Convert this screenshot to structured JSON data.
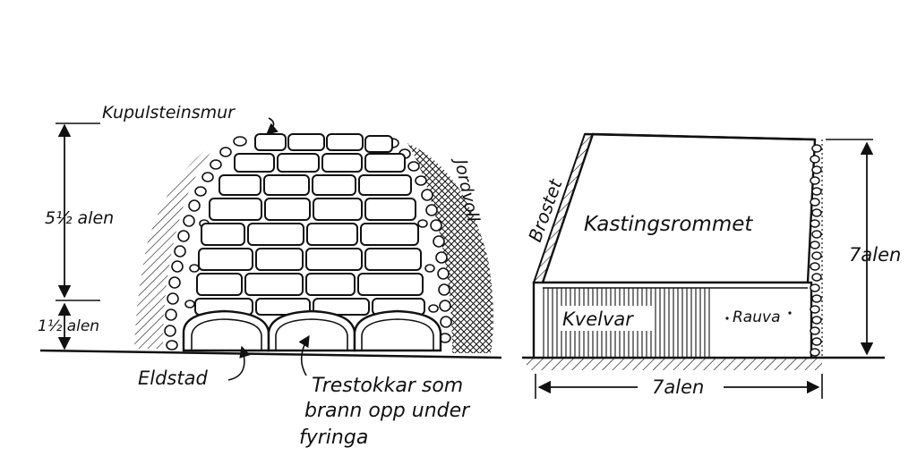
{
  "left_diagram": {
    "label_wall": "Kupulsteinsmur",
    "label_height_upper": "5½ alen",
    "label_height_lower": "1½ alen",
    "label_earth": "Jordvoll",
    "label_hearth": "Eldstad",
    "label_logs_line1": "Trestokkar som",
    "label_logs_line2": "brann opp under",
    "label_logs_line3": "fyringa"
  },
  "right_diagram": {
    "label_slope": "Brostet",
    "label_room": "Kastingsrommet",
    "label_vault": "Kvelvar",
    "label_rauva": "Rauva",
    "label_height": "7alen",
    "label_width": "7alen"
  }
}
